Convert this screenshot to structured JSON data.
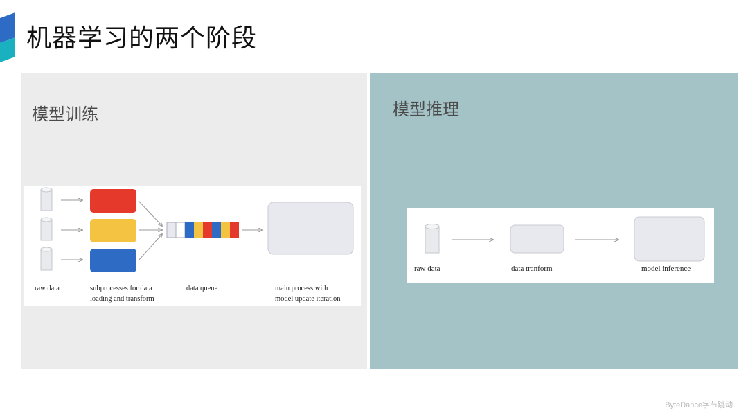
{
  "slide": {
    "title": "机器学习的两个阶段"
  },
  "training": {
    "title": "模型训练",
    "labels": {
      "raw_data": "raw data",
      "subprocesses_line1": "subprocesses for data",
      "subprocesses_line2": "loading and transform",
      "data_queue": "data queue",
      "main_line1": "main process with",
      "main_line2": "model update iteration"
    }
  },
  "inference": {
    "title": "模型推理",
    "labels": {
      "raw_data": "raw data",
      "data_transform": "data tranform",
      "model_inference": "model inference"
    }
  },
  "footer": {
    "brand": "ByteDance字节跳动"
  },
  "colors": {
    "left_panel": "#ececec",
    "right_panel": "#a4c3c7",
    "red": "#e53a2b",
    "yellow": "#f5c342",
    "blue": "#2e6bc4",
    "box_gray": "#e7e9ee"
  }
}
